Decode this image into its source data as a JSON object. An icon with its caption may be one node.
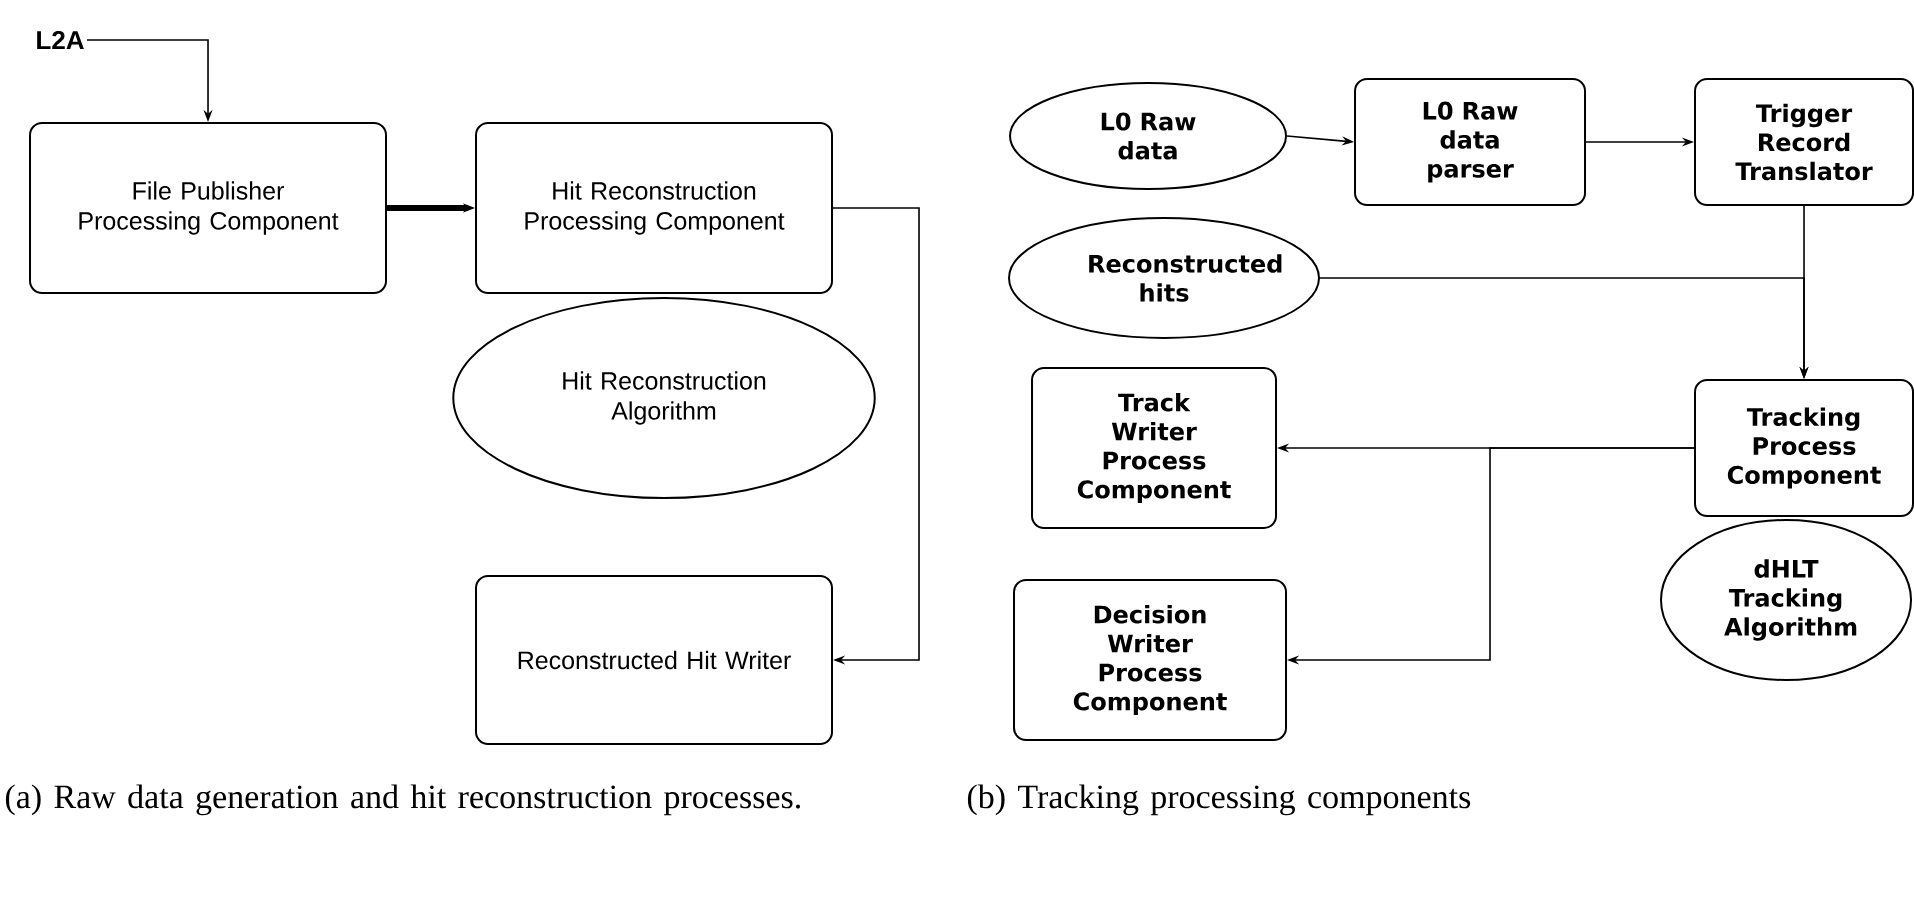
{
  "diagram": {
    "nodes": [
      {
        "text": [
          "L2A"
        ]
      },
      {
        "text": [
          "File Publisher Processing Component"
        ]
      },
      {
        "text": [
          "Hit Reconstruction Processing Component"
        ]
      },
      {
        "text": [
          "Hit Reconstruction Algorithm"
        ]
      },
      {
        "text": [
          "Reconstructed Hit Writer"
        ]
      },
      {
        "text": [
          "L0 Raw data"
        ]
      },
      {
        "text": [
          "L0 Raw data parser"
        ]
      },
      {
        "text": [
          "Trigger Record Translator"
        ]
      },
      {
        "text": [
          "Reconstructed hits"
        ]
      },
      {
        "text": [
          "Track Writer Process Component"
        ]
      },
      {
        "text": [
          "Tracking Process Component"
        ]
      },
      {
        "text": [
          "dHLT Tracking Algorithm"
        ]
      },
      {
        "text": [
          "Decision Writer Process Component"
        ]
      }
    ],
    "edges": [
      {
        "from": 0,
        "to": 1,
        "arrow": "to"
      },
      {
        "from": 1,
        "to": 2,
        "arrow": "to",
        "style": "thick"
      },
      {
        "from": 2,
        "to": 4,
        "arrow": "to"
      },
      {
        "from": 5,
        "to": 6,
        "arrow": "to"
      },
      {
        "from": 6,
        "to": 7,
        "arrow": "to"
      },
      {
        "from": 7,
        "to": 10,
        "arrow": "to"
      },
      {
        "from": 8,
        "to": 10,
        "arrow": "to"
      },
      {
        "from": 10,
        "to": 9,
        "arrow": "to"
      },
      {
        "from": 10,
        "to": 12,
        "arrow": "to"
      }
    ],
    "labels": [
      "(a) Raw data generation and hit reconstruction processes.",
      "(b) Tracking processing components"
    ]
  }
}
